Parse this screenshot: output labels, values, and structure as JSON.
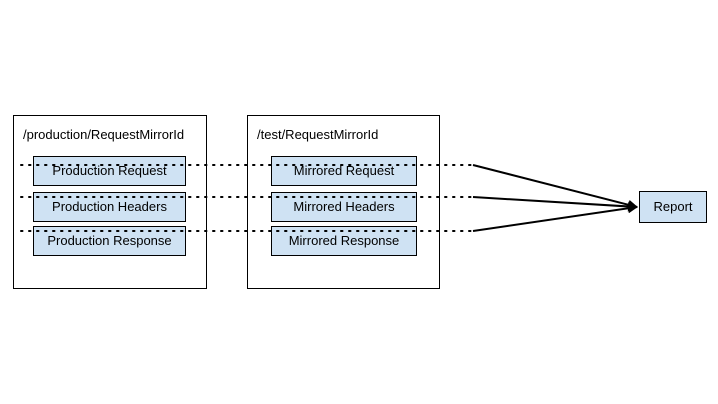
{
  "production": {
    "title": "/production/RequestMirrorId",
    "items": [
      "Production Request",
      "Production Headers",
      "Production Response"
    ]
  },
  "test": {
    "title": "/test/RequestMirrorId",
    "items": [
      "Mirrored Request",
      "Mirrored Headers",
      "Mirrored Response"
    ]
  },
  "report": {
    "label": "Report"
  },
  "colors": {
    "box_fill": "#cfe2f3",
    "stroke": "#000000"
  }
}
